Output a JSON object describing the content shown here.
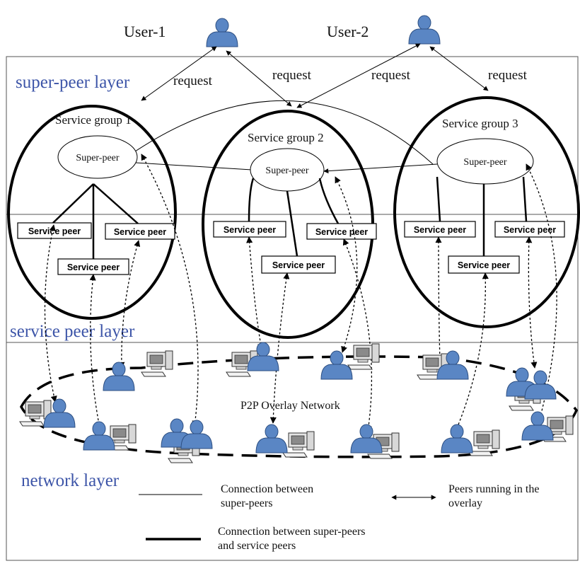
{
  "layers": {
    "super_peer": "super-peer layer",
    "service_peer": "service peer layer",
    "network": "network layer"
  },
  "users": [
    "User-1",
    "User-2"
  ],
  "request_label": "request",
  "groups": [
    {
      "title": "Service group 1",
      "super_peer": "Super-peer",
      "service_peers": [
        "Service peer",
        "Service peer",
        "Service peer"
      ]
    },
    {
      "title": "Service group 2",
      "super_peer": "Super-peer",
      "service_peers": [
        "Service peer",
        "Service peer",
        "Service peer"
      ]
    },
    {
      "title": "Service group 3",
      "super_peer": "Super-peer",
      "service_peers": [
        "Service peer",
        "Service peer",
        "Service peer"
      ]
    }
  ],
  "overlay_label": "P2P   Overlay Network",
  "legend": {
    "thin_line": [
      "Connection between",
      "super-peers"
    ],
    "arrow": [
      "Peers running in the",
      "overlay"
    ],
    "thick_line": [
      "Connection between super-peers",
      "and service peers"
    ]
  },
  "icons": {
    "user": "user-icon",
    "computer": "computer-icon"
  },
  "colors": {
    "layer_text": "#3d55a8",
    "user_fill": "#5a86c4"
  }
}
